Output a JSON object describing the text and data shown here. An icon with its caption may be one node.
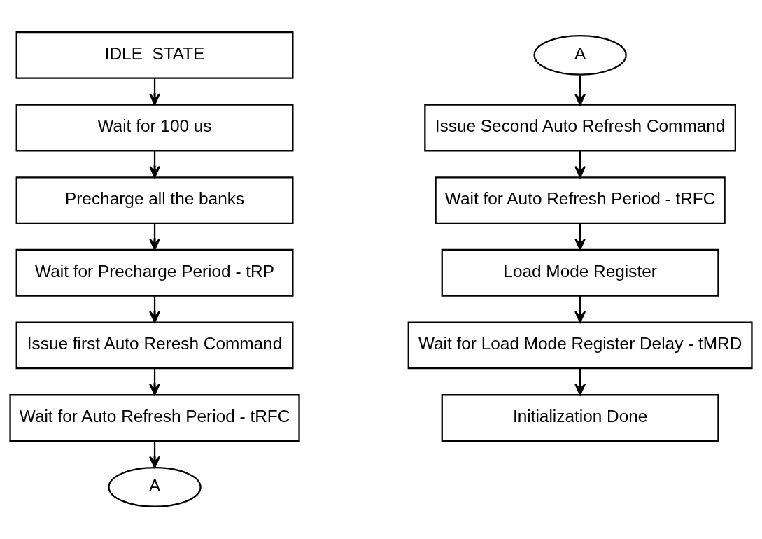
{
  "diagram": {
    "nodes": [
      {
        "text": [
          "IDLE  STATE"
        ]
      },
      {
        "text": [
          "Wait for 100 us"
        ]
      },
      {
        "text": [
          "Precharge all the banks"
        ]
      },
      {
        "text": [
          "Wait for Precharge Period - tRP"
        ]
      },
      {
        "text": [
          "Issue first Auto Reresh Command"
        ]
      },
      {
        "text": [
          "Wait for Auto Refresh Period - tRFC"
        ]
      },
      {
        "text": [
          "A"
        ]
      },
      {
        "text": [
          "A"
        ]
      },
      {
        "text": [
          "Issue Second Auto Refresh Command"
        ]
      },
      {
        "text": [
          "Wait for Auto Refresh Period - tRFC"
        ]
      },
      {
        "text": [
          "Load Mode Register"
        ]
      },
      {
        "text": [
          "Wait for Load Mode Register Delay - tMRD"
        ]
      },
      {
        "text": [
          "Initialization Done"
        ]
      }
    ],
    "edges": [
      {
        "from": 0,
        "to": 1,
        "arrow": "to"
      },
      {
        "from": 1,
        "to": 2,
        "arrow": "to"
      },
      {
        "from": 2,
        "to": 3,
        "arrow": "to"
      },
      {
        "from": 3,
        "to": 4,
        "arrow": "to"
      },
      {
        "from": 4,
        "to": 5,
        "arrow": "to"
      },
      {
        "from": 5,
        "to": 6,
        "arrow": "to"
      },
      {
        "from": 7,
        "to": 8,
        "arrow": "to"
      },
      {
        "from": 8,
        "to": 9,
        "arrow": "to"
      },
      {
        "from": 9,
        "to": 10,
        "arrow": "to"
      },
      {
        "from": 10,
        "to": 11,
        "arrow": "to"
      },
      {
        "from": 11,
        "to": 12,
        "arrow": "to"
      }
    ]
  }
}
